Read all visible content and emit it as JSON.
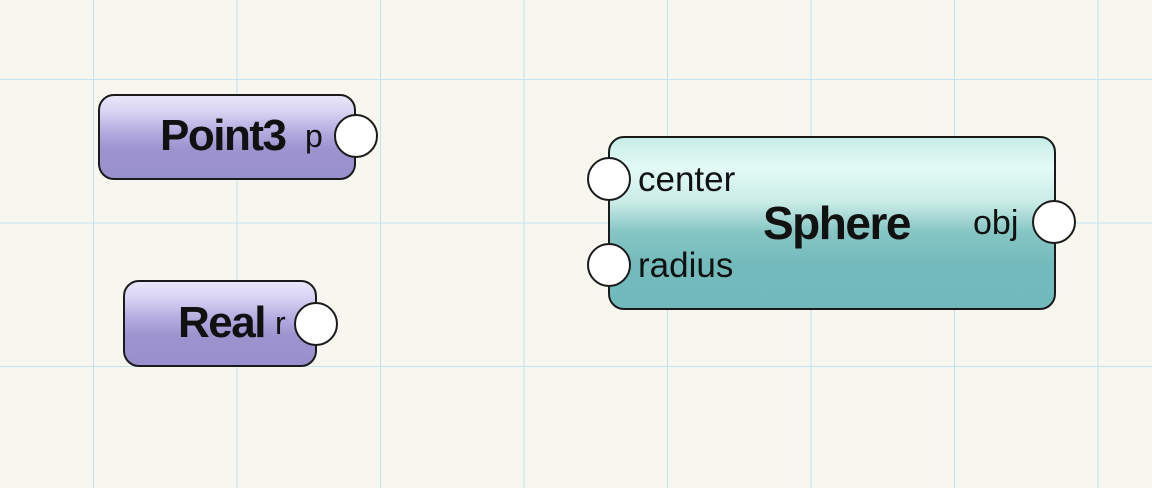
{
  "canvas": {
    "grid_color": "#bfe3ef",
    "background_color": "#f7f7f0"
  },
  "nodes": {
    "point3": {
      "title": "Point3",
      "output_label": "p",
      "color": "#9c93cf"
    },
    "real": {
      "title": "Real",
      "output_label": "r",
      "color": "#9c93cf"
    },
    "sphere": {
      "title": "Sphere",
      "inputs": [
        "center",
        "radius"
      ],
      "output_label": "obj",
      "color": "#73babc"
    }
  }
}
